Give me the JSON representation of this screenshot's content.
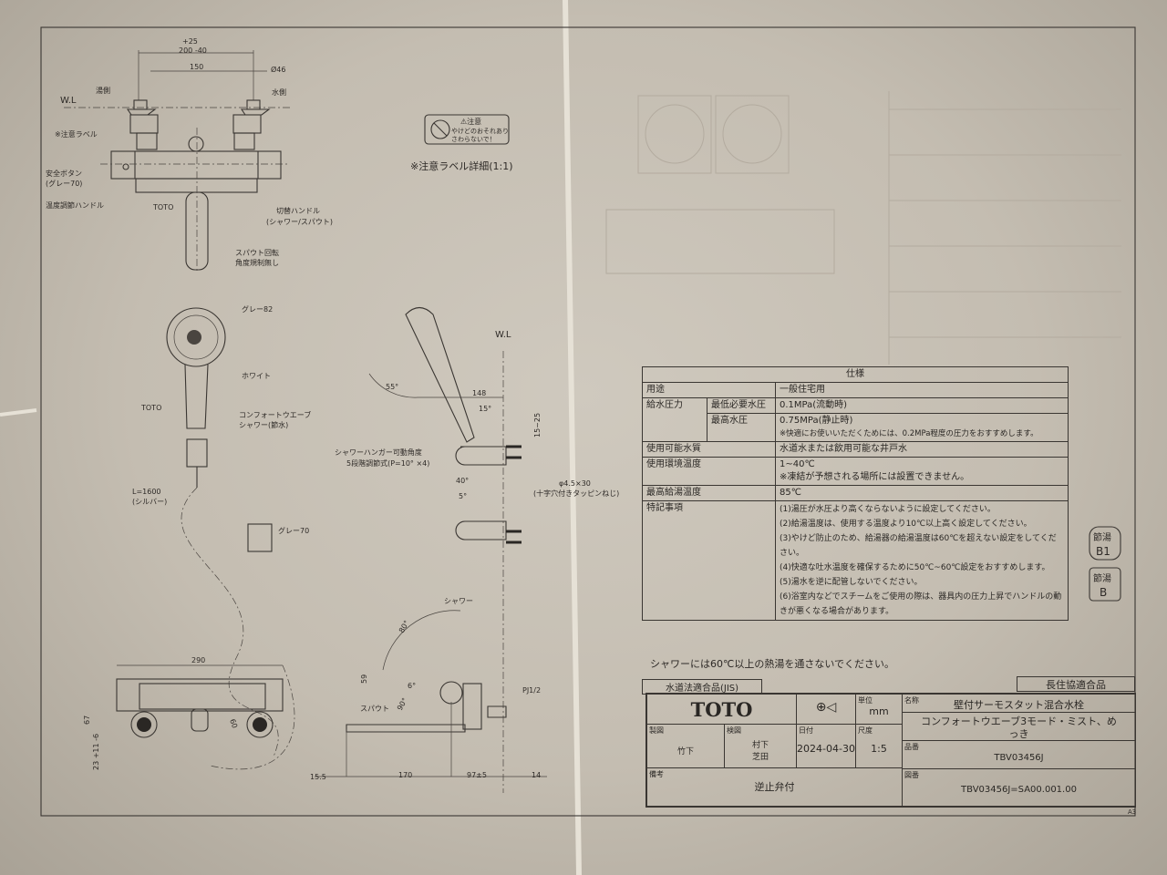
{
  "top_view": {
    "dim_tol": "+25",
    "dim_200": "200 -40",
    "dim_150": "150",
    "dim_d46": "Ø46",
    "hot_side": "湯側",
    "cold_side": "水側",
    "wl": "W.L",
    "caution_label": "※注意ラベル",
    "safety_button": "安全ボタン",
    "safety_button_color": "(グレー70)",
    "temp_handle": "温度調節ハンドル",
    "toto_mark": "TOTO",
    "switch_handle": "切替ハンドル",
    "switch_handle_sub": "(シャワー/スパウト)",
    "spout_note_1": "スパウト回転",
    "spout_note_2": "角度規制無し"
  },
  "caution": {
    "badge": "⚠注意",
    "line1": "やけどのおそれあり",
    "line2": "さわらないで！",
    "caption": "※注意ラベル詳細(1:1)"
  },
  "shower_head": {
    "gray82": "グレー82",
    "white": "ホワイト",
    "toto": "TOTO",
    "name1": "コンフォートウエーブ",
    "name2": "シャワー(節水)",
    "hose": "L=1600",
    "hose_color": "(シルバー)",
    "gray70": "グレー70"
  },
  "side_view": {
    "wl": "W.L",
    "angle55": "55°",
    "dim148": "148",
    "angle15": "15°",
    "dim15_25": "15~25",
    "hanger1": "シャワーハンガー可動角度",
    "hanger2": "5段階調節式(P=10° ×4)",
    "angle40": "40°",
    "angle5": "5°",
    "screw1": "φ4.5×30",
    "screw2": "(十字穴付きタッピンねじ)"
  },
  "front_view": {
    "dim290": "290",
    "dim67": "67",
    "dim23": "23 +11 -6",
    "dim60": "60"
  },
  "spout_view": {
    "shower": "シャワー",
    "angle80": "80°",
    "dim59": "59",
    "angle6": "6°",
    "spout": "スパウト",
    "angle90": "90°",
    "pj": "PJ1/2",
    "dim15_5": "15.5",
    "dim170": "170",
    "dim97": "97±5",
    "dim14": "14"
  },
  "spec": {
    "title": "仕様",
    "rows": [
      {
        "label": "用途",
        "value": "一般住宅用"
      },
      {
        "label": "給水圧力",
        "sub1": "最低必要水圧",
        "value1": "0.1MPa(流動時)",
        "sub2": "最高水圧",
        "value2": "0.75MPa(静止時)",
        "note2": "※快適にお使いいただくためには、0.2MPa程度の圧力をおすすめします。"
      },
      {
        "label": "使用可能水質",
        "value": "水道水または飲用可能な井戸水"
      },
      {
        "label": "使用環境温度",
        "value": "1~40℃",
        "note": "※凍結が予想される場所には設置できません。"
      },
      {
        "label": "最高給湯温度",
        "value": "85℃"
      },
      {
        "label": "特記事項",
        "notes": [
          "(1)湯圧が水圧より高くならないように設定してください。",
          "(2)給湯温度は、使用する温度より10℃以上高く設定してください。",
          "(3)やけど防止のため、給湯器の給湯温度は60℃を超えない設定をしてください。",
          "(4)快適な吐水温度を確保するために50℃~60℃設定をおすすめします。",
          "(5)湯水を逆に配管しないでください。",
          "(6)浴室内などでスチームをご使用の際は、器具内の圧力上昇でハンドルの動きが悪くなる場合があります。"
        ]
      }
    ]
  },
  "warning": "シャワーには60℃以上の熱湯を通さないでください。",
  "stamps": {
    "s1_top": "節湯",
    "s1_bottom": "B1",
    "s2_top": "節湯",
    "s2_bottom": "B"
  },
  "title_block": {
    "jis": "水道法適合品(JIS)",
    "choju": "長住協適合品",
    "logo": "TOTO",
    "unit_label": "単位",
    "unit": "mm",
    "name_label": "名称",
    "name": "壁付サーモスタット混合水栓",
    "subname": "コンフォートウエーブ3モード・ミスト、めっき",
    "drawn_label": "製図",
    "drawn": "竹下",
    "checked_label": "検図",
    "checked1": "村下",
    "checked2": "芝田",
    "date_label": "日付",
    "date": "2024-04-30",
    "scale_label": "尺度",
    "scale": "1:5",
    "part_label": "品番",
    "part": "TBV03456J",
    "remarks_label": "備考",
    "remarks": "逆止弁付",
    "drawing_label": "図番",
    "drawing": "TBV03456J=SA00.001.00",
    "sheet": "A3"
  }
}
